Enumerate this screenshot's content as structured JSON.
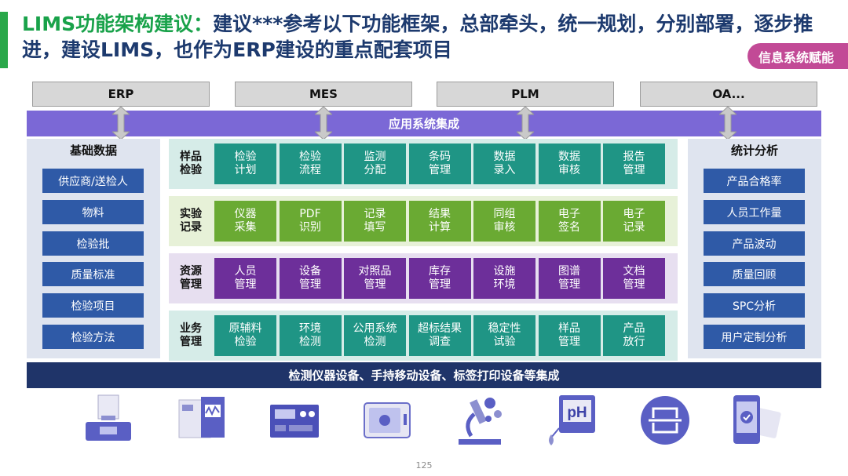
{
  "header": {
    "title_highlight": "LIMS功能架构建议：",
    "title_rest": "建议***参考以下功能框架，总部牵头，统一规划，分别部署，逐步推进，建设LIMS，也作为ERP建设的重点配套项目",
    "badge": "信息系统赋能"
  },
  "systems": [
    "ERP",
    "MES",
    "PLM",
    "OA..."
  ],
  "integration_bar": "应用系统集成",
  "left_panel": {
    "title": "基础数据",
    "items": [
      "供应商/送检人",
      "物料",
      "检验批",
      "质量标准",
      "检验项目",
      "检验方法"
    ]
  },
  "right_panel": {
    "title": "统计分析",
    "items": [
      "产品合格率",
      "人员工作量",
      "产品波动",
      "质量回顾",
      "SPC分析",
      "用户定制分析"
    ]
  },
  "modules": [
    {
      "label": "样品\n检验",
      "colors": {
        "row": "#d6ece8",
        "cell": "#1f9585"
      },
      "cells": [
        "检验\n计划",
        "检验\n流程",
        "监测\n分配",
        "条码\n管理",
        "数据\n录入",
        "数据\n审核",
        "报告\n管理"
      ]
    },
    {
      "label": "实验\n记录",
      "colors": {
        "row": "#e7f1d8",
        "cell": "#6aaa33"
      },
      "cells": [
        "仪器\n采集",
        "PDF\n识别",
        "记录\n填写",
        "结果\n计算",
        "同组\n审核",
        "电子\n签名",
        "电子\n记录"
      ]
    },
    {
      "label": "资源\n管理",
      "colors": {
        "row": "#e7dff0",
        "cell": "#6d2f9a"
      },
      "cells": [
        "人员\n管理",
        "设备\n管理",
        "对照品\n管理",
        "库存\n管理",
        "设施\n环境",
        "图谱\n管理",
        "文档\n管理"
      ]
    },
    {
      "label": "业务\n管理",
      "colors": {
        "row": "#d6ece8",
        "cell": "#1f9585"
      },
      "cells": [
        "原辅料\n检验",
        "环境\n检测",
        "公用系统\n检测",
        "超标结果\n调查",
        "稳定性\n试验",
        "样品\n管理",
        "产品\n放行"
      ]
    }
  ],
  "bottom_bar": "检测仪器设备、手持移动设备、标签打印设备等集成",
  "devices": [
    {
      "icon": "balance-scale-icon"
    },
    {
      "icon": "analyzer-icon"
    },
    {
      "icon": "instrument-panel-icon"
    },
    {
      "icon": "safe-icon"
    },
    {
      "icon": "microscope-icon"
    },
    {
      "icon": "ph-meter-icon",
      "text": "pH"
    },
    {
      "icon": "barcode-scanner-icon"
    },
    {
      "icon": "mobile-device-icon"
    }
  ],
  "page_number": "125",
  "colors": {
    "accent_green": "#2aa84a",
    "title_blue": "#1d3a6e",
    "badge_pink": "#c24a96",
    "integration_purple": "#7b68d6",
    "side_blue": "#2f5aa7",
    "bottom_navy": "#1f3469"
  }
}
